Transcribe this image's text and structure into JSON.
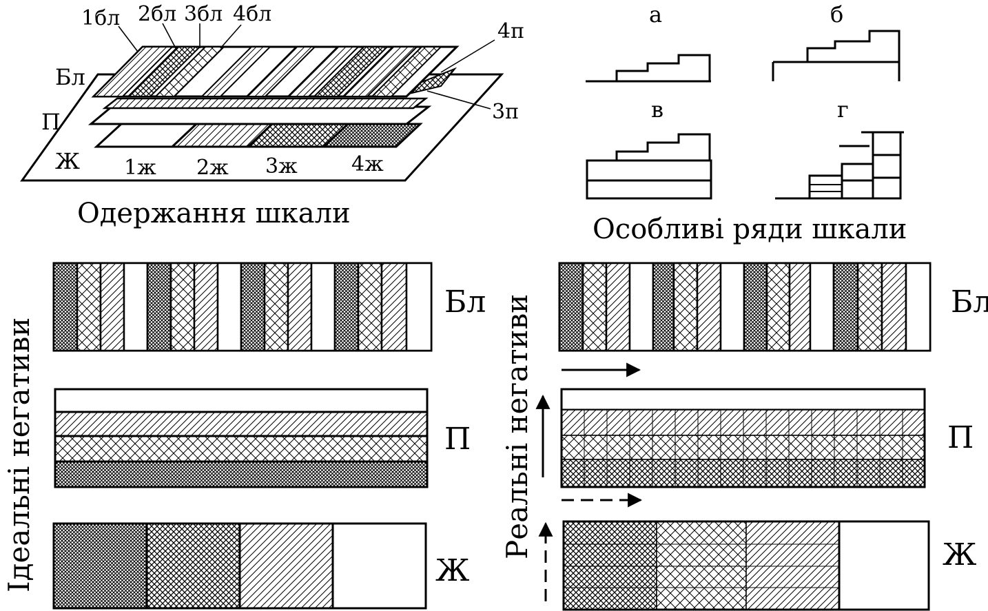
{
  "scale_setup": {
    "caption": "Одержання шкали",
    "layer_labels": [
      "Бл",
      "П",
      "Ж"
    ],
    "bl_steps": [
      "1бл",
      "2бл",
      "3бл",
      "4бл"
    ],
    "p_steps": [
      "4п",
      "3п"
    ],
    "zh_steps": [
      "1ж",
      "2ж",
      "3ж",
      "4ж"
    ]
  },
  "special_rows": {
    "caption": "Особливі ряди шкали",
    "panel_labels": [
      "а",
      "б",
      "в",
      "г"
    ]
  },
  "ideal": {
    "side_label": "Ідеальні негативи",
    "row_labels": [
      "Бл",
      "П",
      "Ж"
    ]
  },
  "real": {
    "side_label": "Реальні негативи",
    "row_labels": [
      "Бл",
      "П",
      "Ж"
    ]
  },
  "colors": {
    "ink": "#000000",
    "paper": "#ffffff"
  }
}
